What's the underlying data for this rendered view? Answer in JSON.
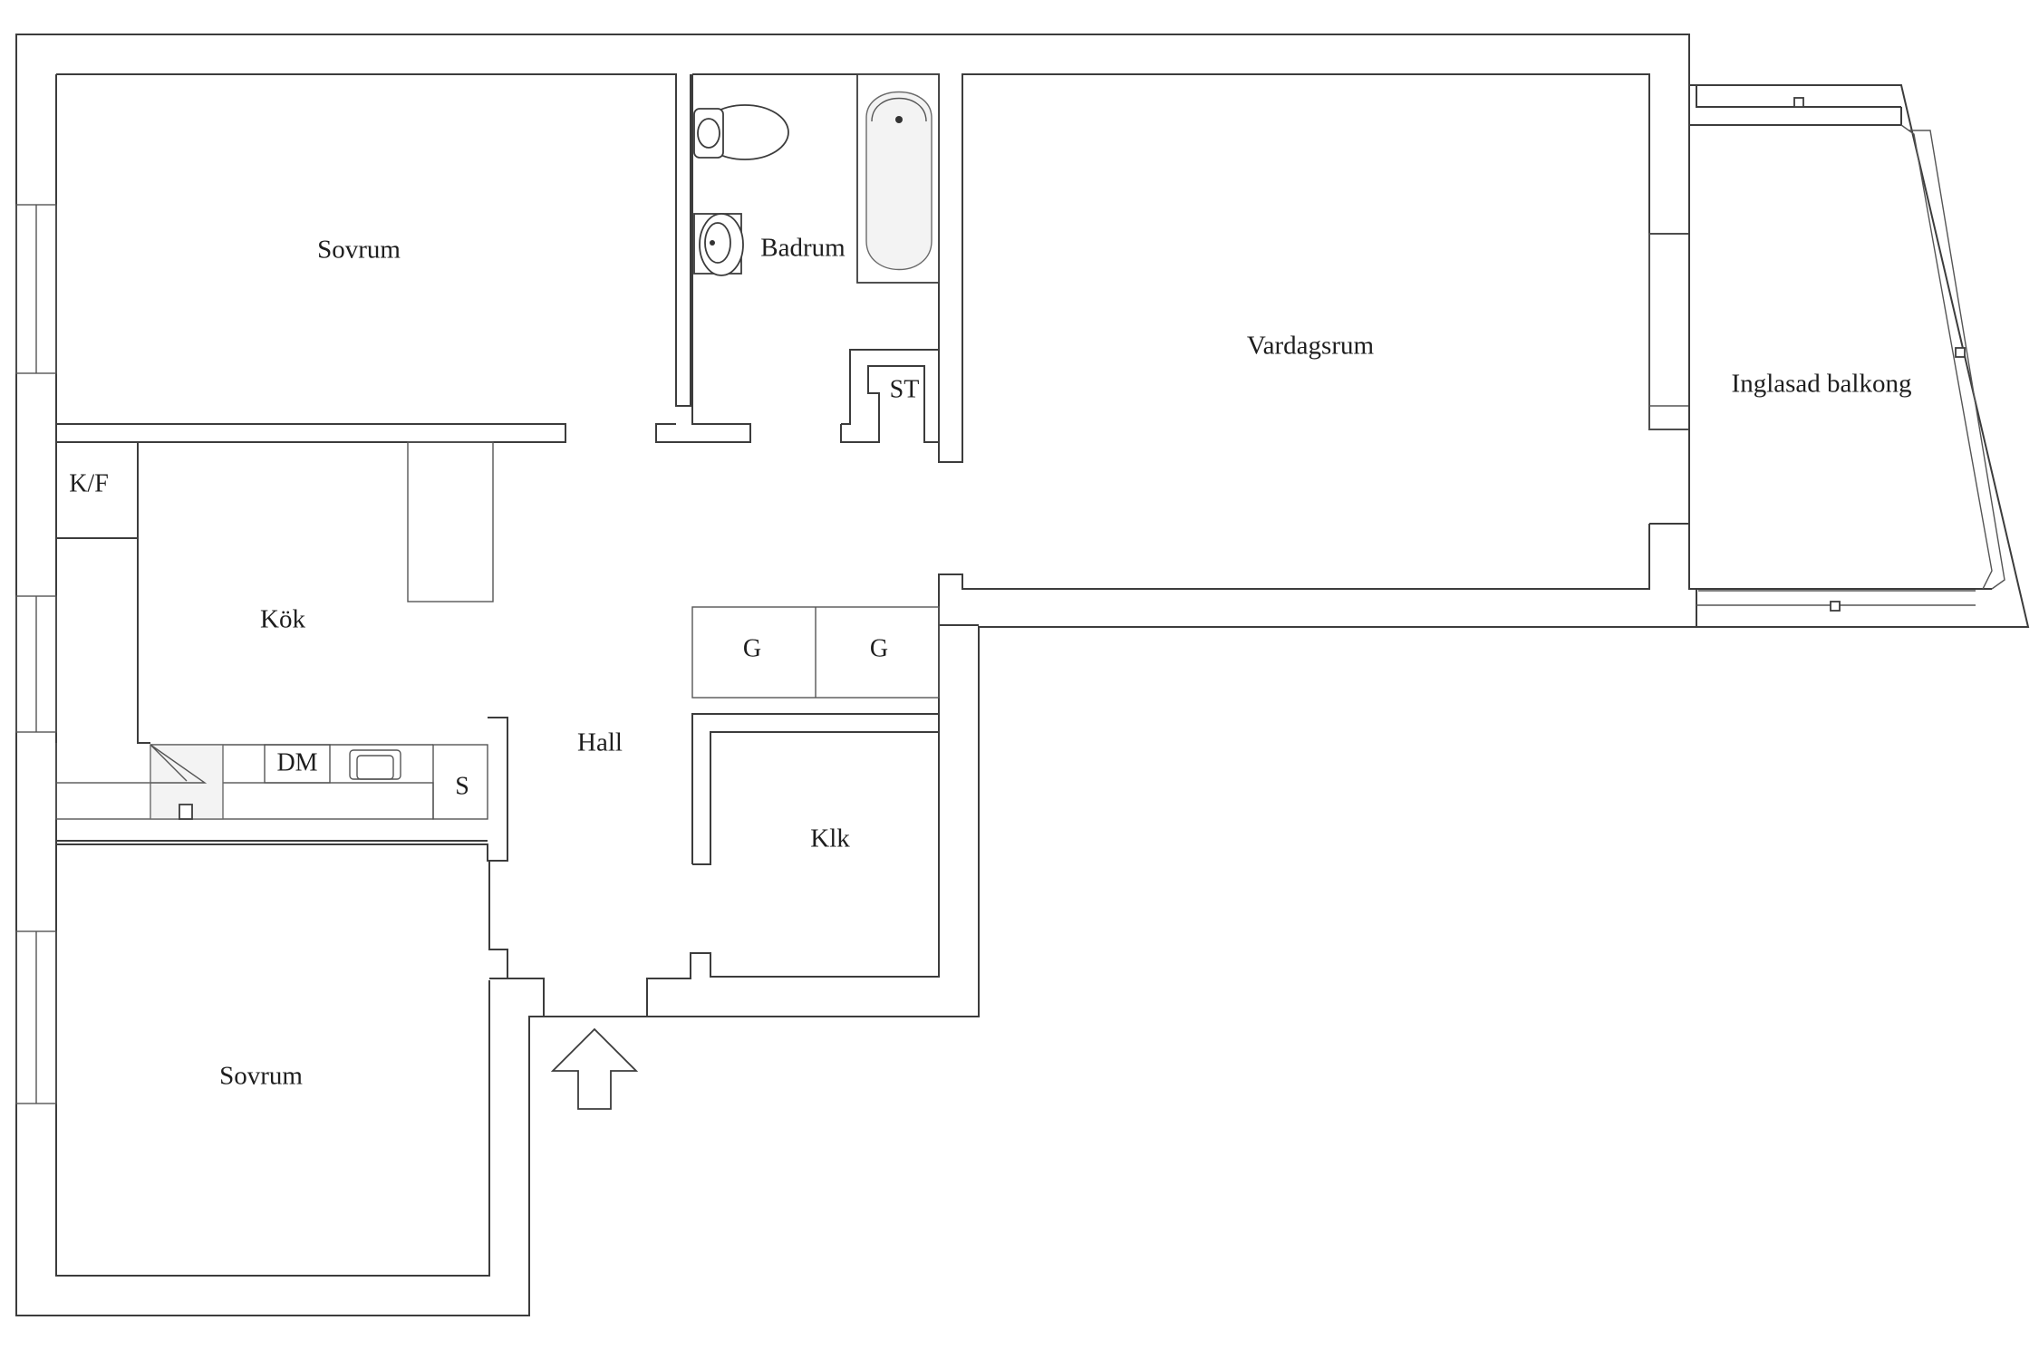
{
  "plan": {
    "rooms": {
      "sovrum_top": "Sovrum",
      "badrum": "Badrum",
      "vardagsrum": "Vardagsrum",
      "balkong": "Inglasad balkong",
      "st": "ST",
      "kf": "K/F",
      "kok": "Kök",
      "g1": "G",
      "g2": "G",
      "hall": "Hall",
      "dm": "DM",
      "s": "S",
      "klk": "Klk",
      "sovrum_bottom": "Sovrum"
    },
    "entrance_icon": "entrance-arrow-icon"
  }
}
